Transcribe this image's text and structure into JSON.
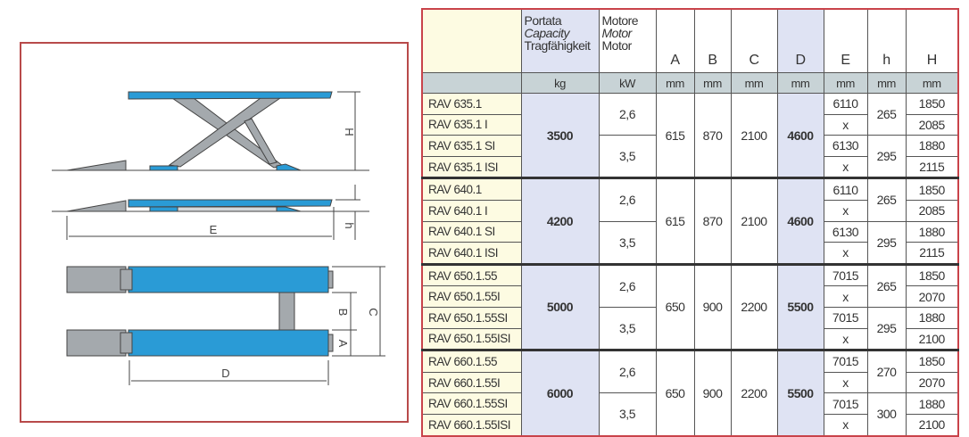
{
  "diagram": {
    "labels": {
      "H": "H",
      "E": "E",
      "h": "h",
      "A": "A",
      "B": "B",
      "C": "C",
      "D": "D"
    },
    "colors": {
      "platform": "#2a9bd6",
      "metal": "#a4a9ad",
      "border": "#b84a4a"
    }
  },
  "table": {
    "headers": {
      "capacity": [
        "Portata",
        "Capacity",
        "Tragfähigkeit"
      ],
      "motor": [
        "Motore",
        "Motor",
        "Motor"
      ],
      "A": "A",
      "B": "B",
      "C": "C",
      "D": "D",
      "E": "E",
      "h": "h",
      "H": "H"
    },
    "units": [
      "kg",
      "kW",
      "mm",
      "mm",
      "mm",
      "mm",
      "mm",
      "mm",
      "mm"
    ],
    "groups": [
      {
        "capacity": "3500",
        "A": "615",
        "B": "870",
        "C": "2100",
        "D": "4600",
        "motors": [
          "2,6",
          "3,5"
        ],
        "models": [
          "RAV 635.1",
          "RAV 635.1 I",
          "RAV 635.1 SI",
          "RAV 635.1 ISI"
        ],
        "E": [
          "6110",
          "x",
          "6130",
          "x"
        ],
        "h": [
          "265",
          "295"
        ],
        "H": [
          "1850",
          "2085",
          "1880",
          "2115"
        ]
      },
      {
        "capacity": "4200",
        "A": "615",
        "B": "870",
        "C": "2100",
        "D": "4600",
        "motors": [
          "2,6",
          "3,5"
        ],
        "models": [
          "RAV 640.1",
          "RAV 640.1 I",
          "RAV 640.1 SI",
          "RAV 640.1 ISI"
        ],
        "E": [
          "6110",
          "x",
          "6130",
          "x"
        ],
        "h": [
          "265",
          "295"
        ],
        "H": [
          "1850",
          "2085",
          "1880",
          "2115"
        ]
      },
      {
        "capacity": "5000",
        "A": "650",
        "B": "900",
        "C": "2200",
        "D": "5500",
        "motors": [
          "2,6",
          "3,5"
        ],
        "models": [
          "RAV 650.1.55",
          "RAV 650.1.55I",
          "RAV 650.1.55SI",
          "RAV 650.1.55ISI"
        ],
        "E": [
          "7015",
          "x",
          "7015",
          "x"
        ],
        "h": [
          "265",
          "295"
        ],
        "H": [
          "1850",
          "2070",
          "1880",
          "2100"
        ]
      },
      {
        "capacity": "6000",
        "A": "650",
        "B": "900",
        "C": "2200",
        "D": "5500",
        "motors": [
          "2,6",
          "3,5"
        ],
        "models": [
          "RAV 660.1.55",
          "RAV 660.1.55I",
          "RAV 660.1.55SI",
          "RAV 660.1.55ISI"
        ],
        "E": [
          "7015",
          "x",
          "7015",
          "x"
        ],
        "h": [
          "270",
          "300"
        ],
        "H": [
          "1850",
          "2070",
          "1880",
          "2100"
        ]
      }
    ]
  }
}
